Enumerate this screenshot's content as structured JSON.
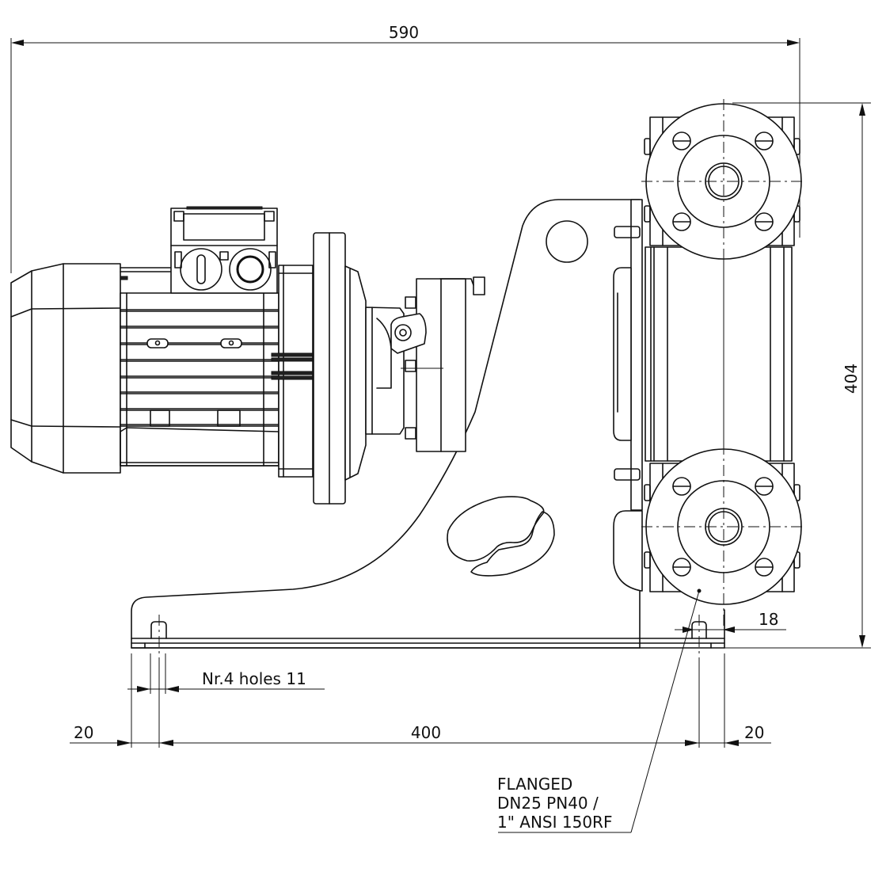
{
  "drawing": {
    "title": "Pump unit dimensional drawing",
    "colors": {
      "line": "#111111",
      "background": "#ffffff"
    },
    "dimensions": {
      "overall_length": "590",
      "overall_height": "404",
      "flange_offset": "18",
      "foot_hole_spacing": "400",
      "left_edge_to_hole": "20",
      "right_edge_to_hole": "20"
    },
    "annotations": {
      "holes": "Nr.4 holes 11",
      "flange_line1": "FLANGED",
      "flange_line2": "DN25 PN40 /",
      "flange_line3": "1\" ANSI 150RF"
    }
  }
}
